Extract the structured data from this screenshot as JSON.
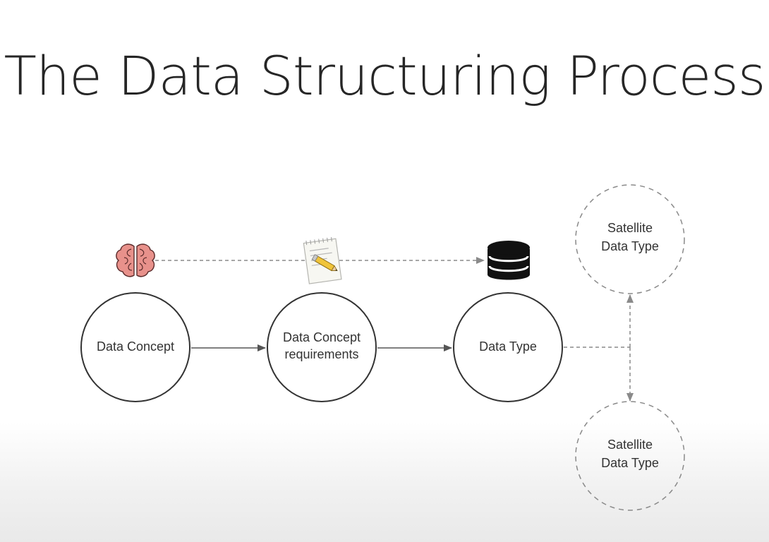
{
  "slide": {
    "title": "The Data Structuring Process"
  },
  "diagram": {
    "nodes": {
      "data_concept": {
        "lines": [
          "Data Concept"
        ]
      },
      "requirements": {
        "lines": [
          "Data Concept",
          "requirements"
        ]
      },
      "data_type": {
        "lines": [
          "Data Type"
        ]
      },
      "satellite_top": {
        "lines": [
          "Satellite",
          "Data Type"
        ]
      },
      "satellite_bottom": {
        "lines": [
          "Satellite",
          "Data Type"
        ]
      }
    },
    "icons": [
      "brain-icon",
      "notepad-pencil-icon",
      "database-icon"
    ],
    "colors": {
      "stroke": "#333333",
      "dashed": "#8a8a8a",
      "brain": "#e8918b",
      "database": "#111111"
    }
  }
}
